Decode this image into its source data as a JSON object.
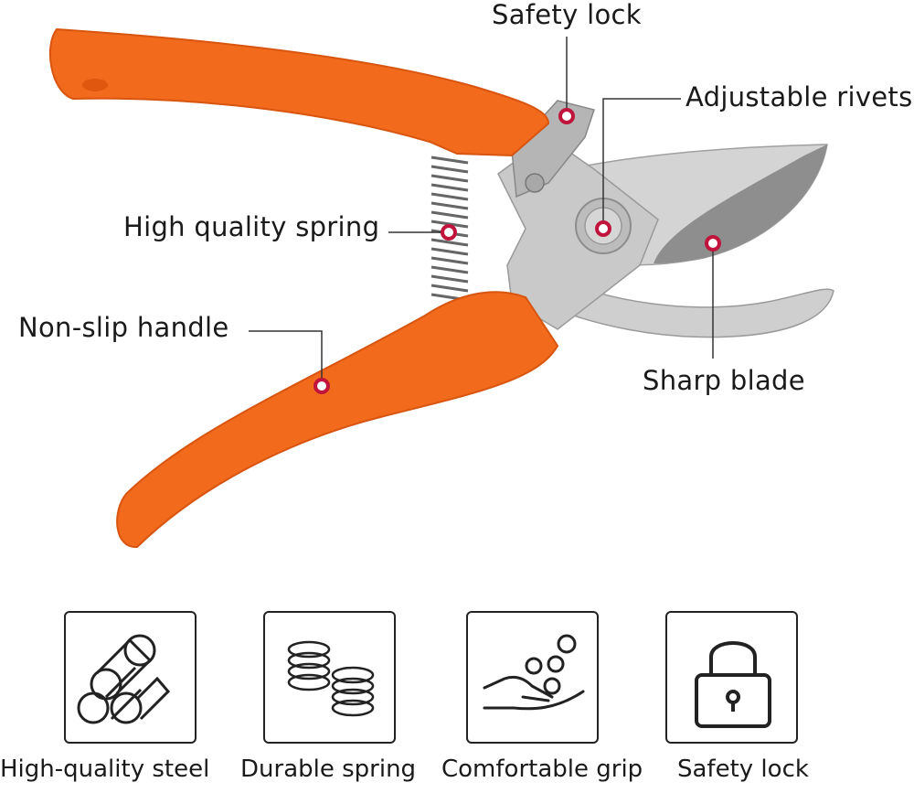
{
  "callouts": {
    "safety_lock": "Safety lock",
    "adjustable_rivets": "Adjustable rivets",
    "spring": "High quality spring",
    "handle": "Non-slip handle",
    "blade": "Sharp blade"
  },
  "features": [
    {
      "label": "High-quality steel",
      "icon": "steel-bars-icon"
    },
    {
      "label": "Durable spring",
      "icon": "spring-icon"
    },
    {
      "label": "Comfortable grip",
      "icon": "hand-icon"
    },
    {
      "label": "Safety lock",
      "icon": "padlock-icon"
    }
  ],
  "colors": {
    "handle": "#f26a1b",
    "handle_shadow": "#d85510",
    "steel": "#c8c8c8",
    "blade_edge": "#8a8a8a",
    "marker": "#c0143c"
  }
}
